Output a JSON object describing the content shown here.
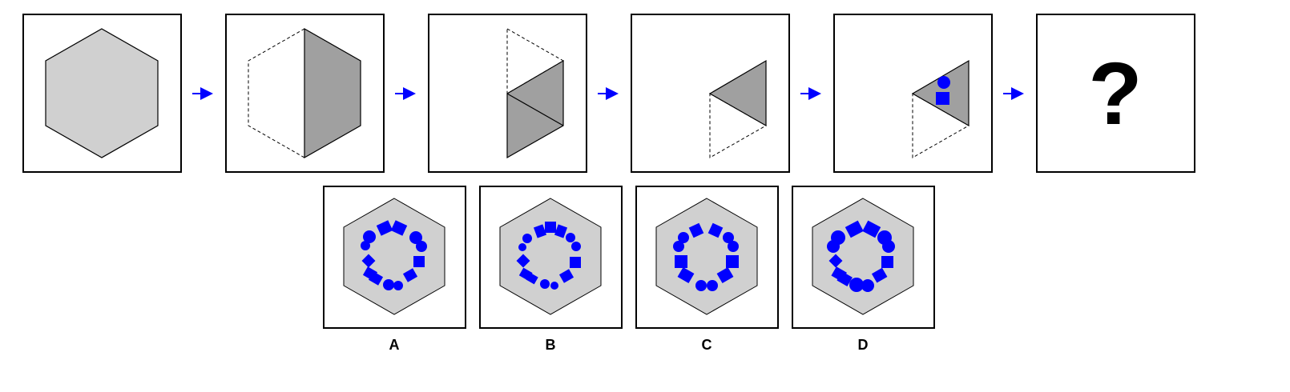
{
  "colors": {
    "background": "#ffffff",
    "frame": "#000000",
    "light_fill": "#d0d0d0",
    "dark_fill": "#a0a0a0",
    "accent": "#0000ff"
  },
  "sequence": [
    {
      "step": "full-hexagon"
    },
    {
      "step": "fold-half"
    },
    {
      "step": "fold-quarter"
    },
    {
      "step": "fold-sixth"
    },
    {
      "step": "punch-holes"
    },
    {
      "step": "question",
      "text": "?"
    }
  ],
  "arrow_icon": "right-arrow",
  "options": [
    {
      "label": "A"
    },
    {
      "label": "B"
    },
    {
      "label": "C"
    },
    {
      "label": "D"
    }
  ]
}
